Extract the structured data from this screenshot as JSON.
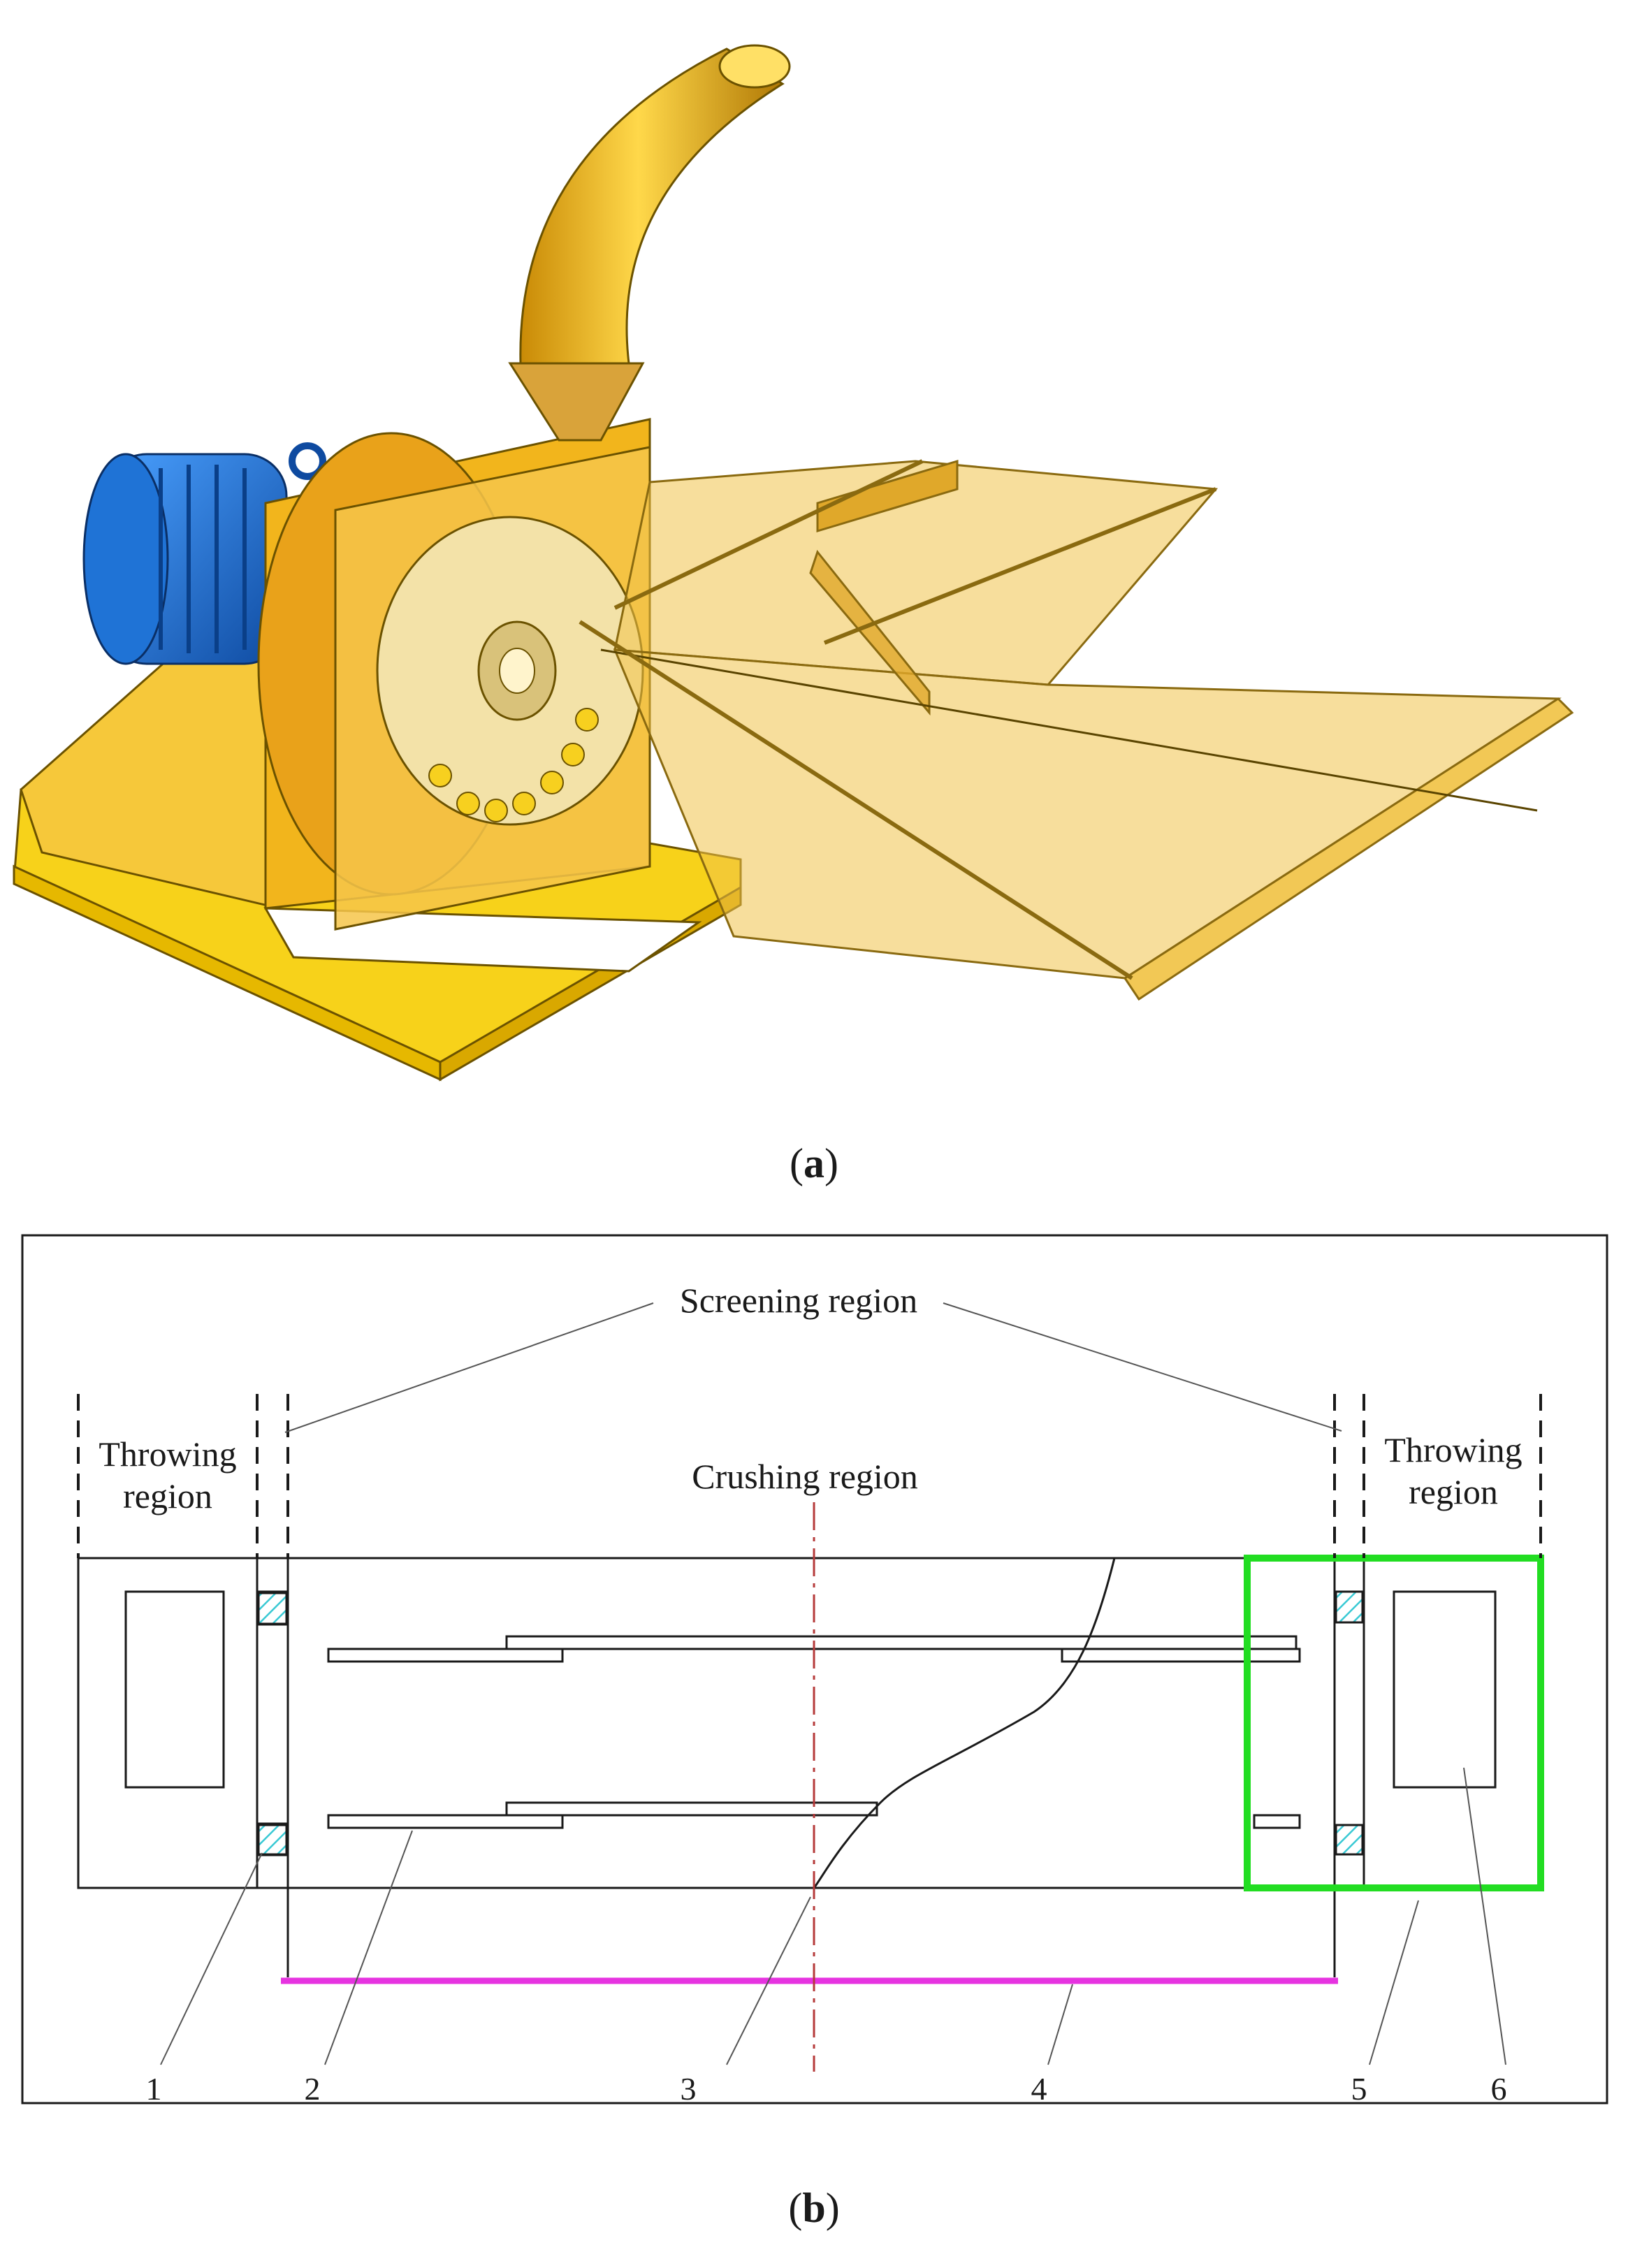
{
  "panel_a": {
    "caption_letter": "a"
  },
  "panel_b": {
    "caption_letter": "b",
    "regions": {
      "screening": "Screening region",
      "crushing": "Crushing region",
      "throwing_left_line1": "Throwing",
      "throwing_left_line2": "region",
      "throwing_right_line1": "Throwing",
      "throwing_right_line2": "region"
    },
    "parts": [
      "1",
      "2",
      "3",
      "4",
      "5",
      "6"
    ]
  },
  "colors": {
    "machine_yellow": "#f2b51c",
    "machine_dark": "#c98a06",
    "frame_yellow": "#f7d21a",
    "plate_translucent": "#f0c24a",
    "motor_blue": "#1f73d6",
    "motor_dark": "#0e4aa0",
    "outline": "#1a1a1a",
    "highlight_green": "#22dd22",
    "highlight_magenta": "#e633e0",
    "hatch_cyan": "#39c9d4",
    "centerline_red": "#b53a3a"
  }
}
